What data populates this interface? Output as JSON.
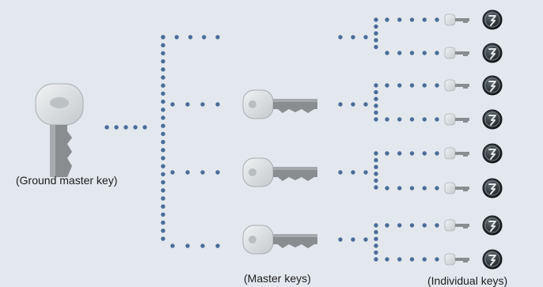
{
  "labels": {
    "ground_master": "(Ground master key)",
    "master_keys": "(Master keys)",
    "individual_keys": "(Individual keys)"
  },
  "colors": {
    "background": "#e3e8ee",
    "dots": "#4a6d97",
    "key_body": "#d7dbdd",
    "key_blade": "#8a8d90",
    "lock_face": "#1e2326"
  },
  "icons": {
    "ground_master": "large-key-icon",
    "master": "key-icon",
    "individual": "small-key-icon",
    "lock": "lock-cylinder-icon"
  }
}
